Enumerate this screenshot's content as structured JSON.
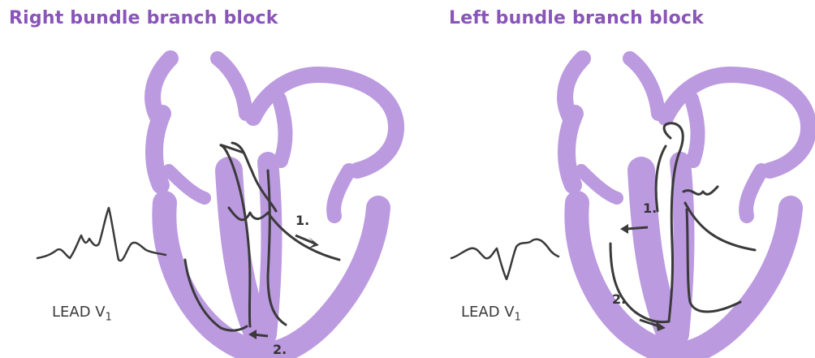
{
  "colors": {
    "title": "#8a55b8",
    "heart": "#bc9ae0",
    "ink": "#3a3a3a"
  },
  "left_panel": {
    "title": "Right bundle branch block",
    "lead": "LEAD V",
    "lead_sub": "1",
    "step_1": "1.",
    "step_2": "2."
  },
  "right_panel": {
    "title": "Left bundle branch block",
    "lead": "LEAD V",
    "lead_sub": "1",
    "step_1": "1.",
    "step_2": "2."
  }
}
